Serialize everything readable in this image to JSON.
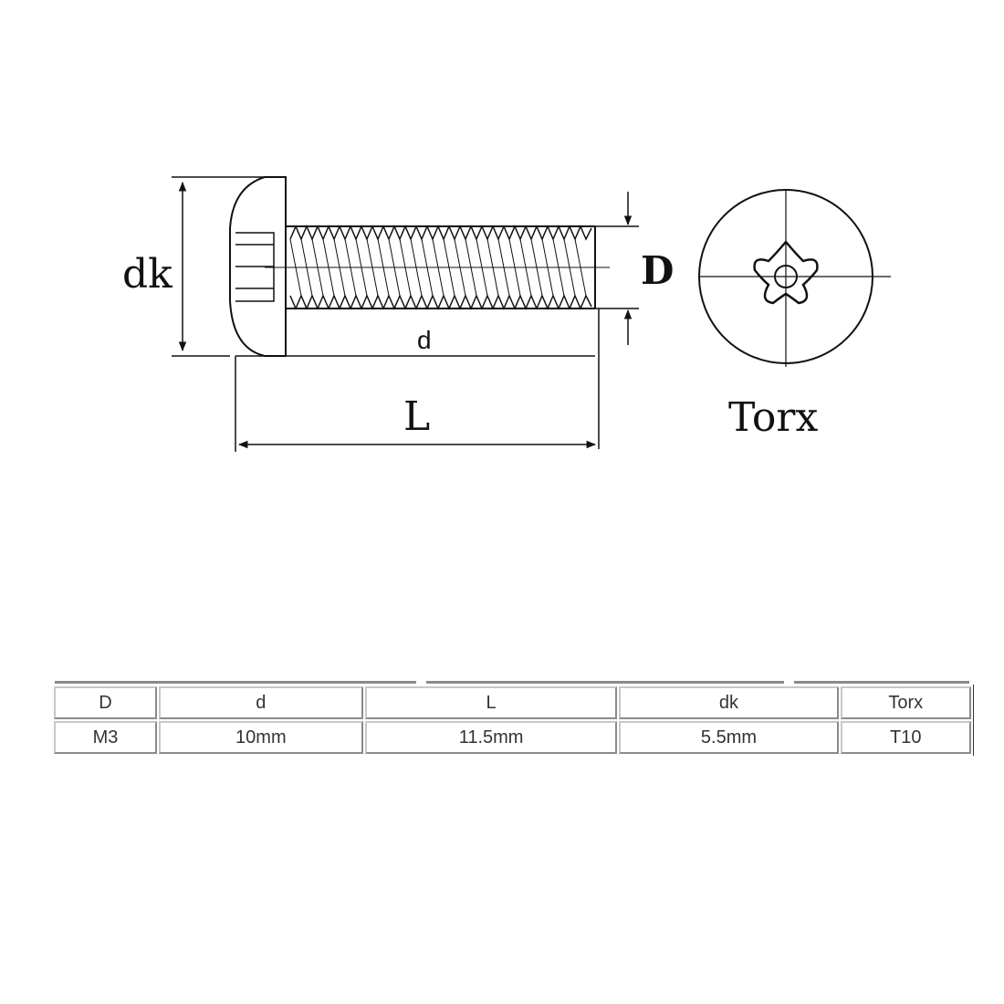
{
  "diagram": {
    "labels": {
      "dk": "dk",
      "D": "D",
      "d": "d",
      "L": "L",
      "torx": "Torx"
    }
  },
  "spec_table": {
    "headers": [
      "D",
      "d",
      "L",
      "dk",
      "Torx"
    ],
    "values": [
      "M3",
      "10mm",
      "11.5mm",
      "5.5mm",
      "T10"
    ]
  }
}
